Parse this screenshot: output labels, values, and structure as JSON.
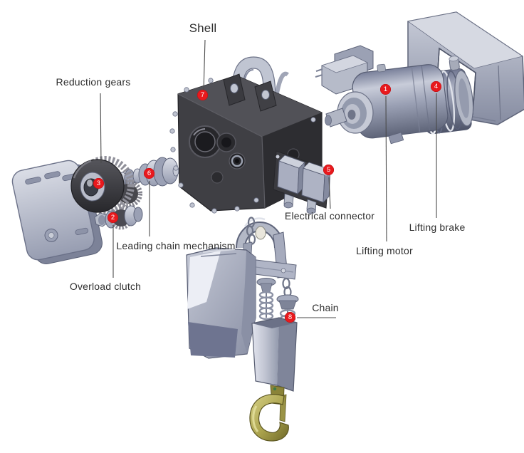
{
  "figure": {
    "kind": "exploded-parts-diagram",
    "background": "#ffffff",
    "marker_color": "#e8191d",
    "marker_text_color": "#ffffff",
    "label_color": "#2e2e2e",
    "leader_color": "#4a4a4a",
    "part_colors": {
      "shell_dark": "#3a3a3f",
      "metal_light": "#c6cad6",
      "metal_mid": "#9aa0b4",
      "hook_olive": "#aaa24c"
    }
  },
  "labels": [
    {
      "text": "Lifting motor",
      "marker": "1"
    },
    {
      "text": "Overload clutch",
      "marker": "2"
    },
    {
      "text": "Reduction gears",
      "marker": "3"
    },
    {
      "text": "Lifting brake",
      "marker": "4"
    },
    {
      "text": "Electrical connector",
      "marker": "5"
    },
    {
      "text": "Leading chain mechanism",
      "marker": "6"
    },
    {
      "text": "Shell",
      "marker": "7"
    },
    {
      "text": "Chain",
      "marker": "8"
    }
  ]
}
